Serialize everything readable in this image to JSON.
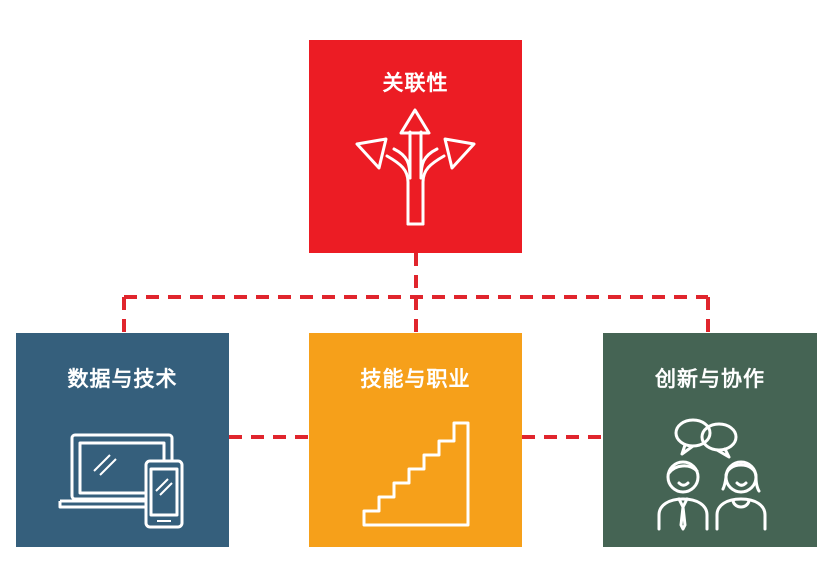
{
  "colors": {
    "top": "#ec1c24",
    "left": "#355f7c",
    "middle": "#f6a01a",
    "right": "#456454",
    "connector": "#e0252d",
    "icon_stroke": "#ffffff"
  },
  "boxes": {
    "top": {
      "label": "关联性",
      "icon": "three-way-arrows-icon"
    },
    "left": {
      "label": "数据与技术",
      "icon": "laptop-phone-icon"
    },
    "middle": {
      "label": "技能与职业",
      "icon": "staircase-icon"
    },
    "right": {
      "label": "创新与协作",
      "icon": "people-conversation-icon"
    }
  }
}
